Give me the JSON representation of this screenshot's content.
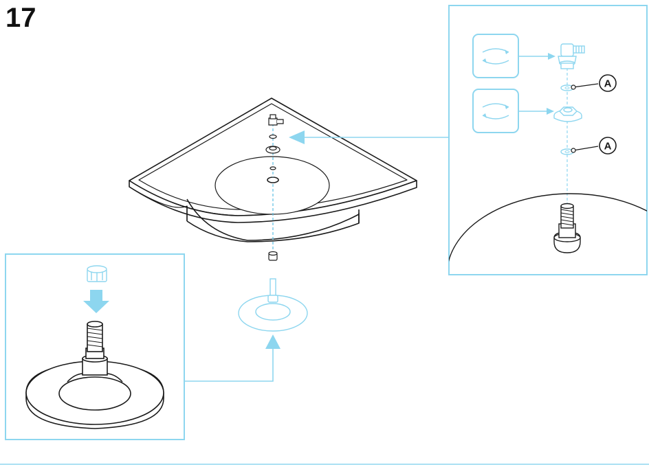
{
  "step": {
    "number": "17"
  },
  "callouts": {
    "washer_top_label": "A",
    "washer_bottom_label": "A"
  },
  "colors": {
    "accent": "#8dd6ef",
    "accent_dark": "#5bbfe3",
    "line": "#1a1a1a"
  },
  "icons": [
    "rotate-arrows-icon",
    "down-arrow-icon",
    "up-arrow-icon",
    "left-arrow-icon"
  ]
}
